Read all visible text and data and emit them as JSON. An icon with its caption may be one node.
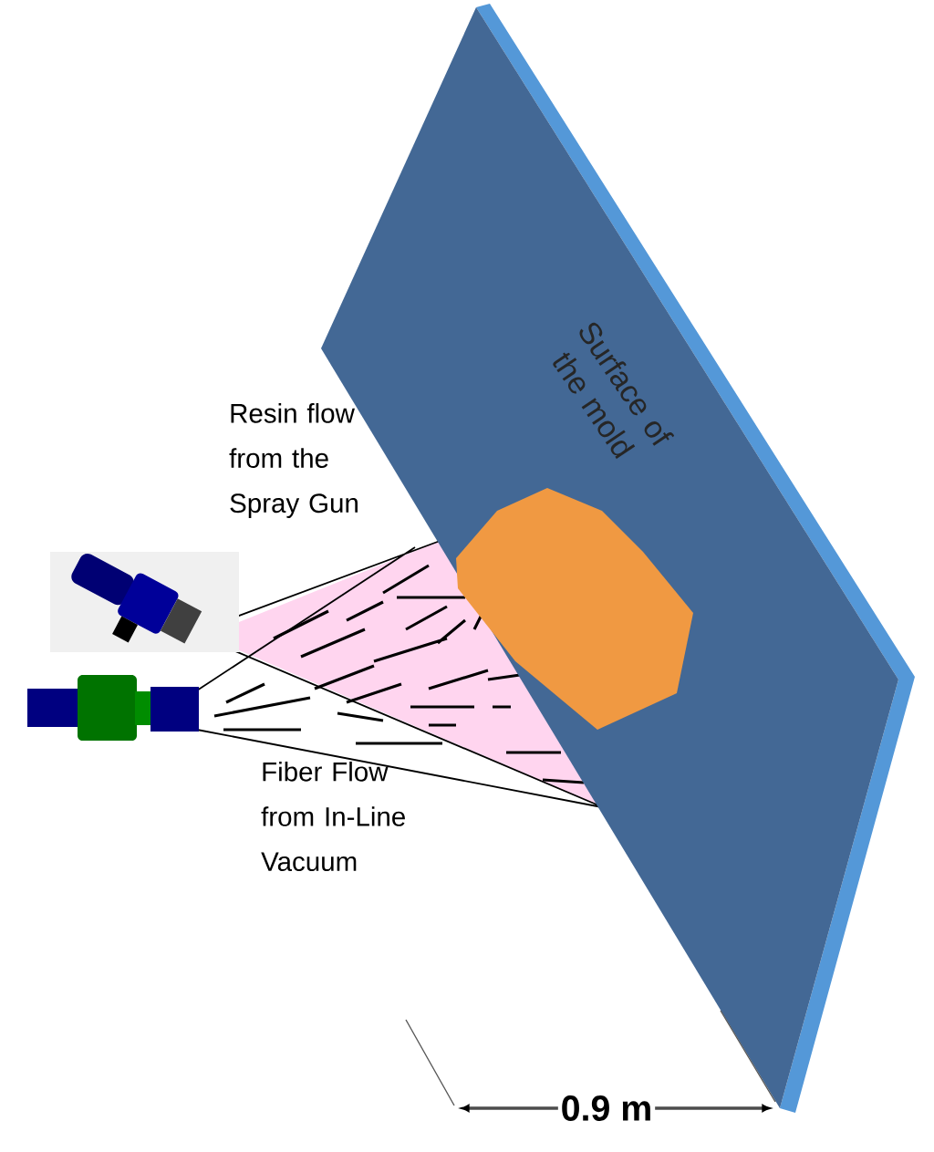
{
  "diagram": {
    "nodes": [
      {
        "text": [
          "Surface of the mold"
        ]
      }
    ],
    "labels": [
      "Resin flow from the Spray Gun",
      "Fiber Flow from In-Line Vacuum",
      "0.9 m"
    ]
  }
}
